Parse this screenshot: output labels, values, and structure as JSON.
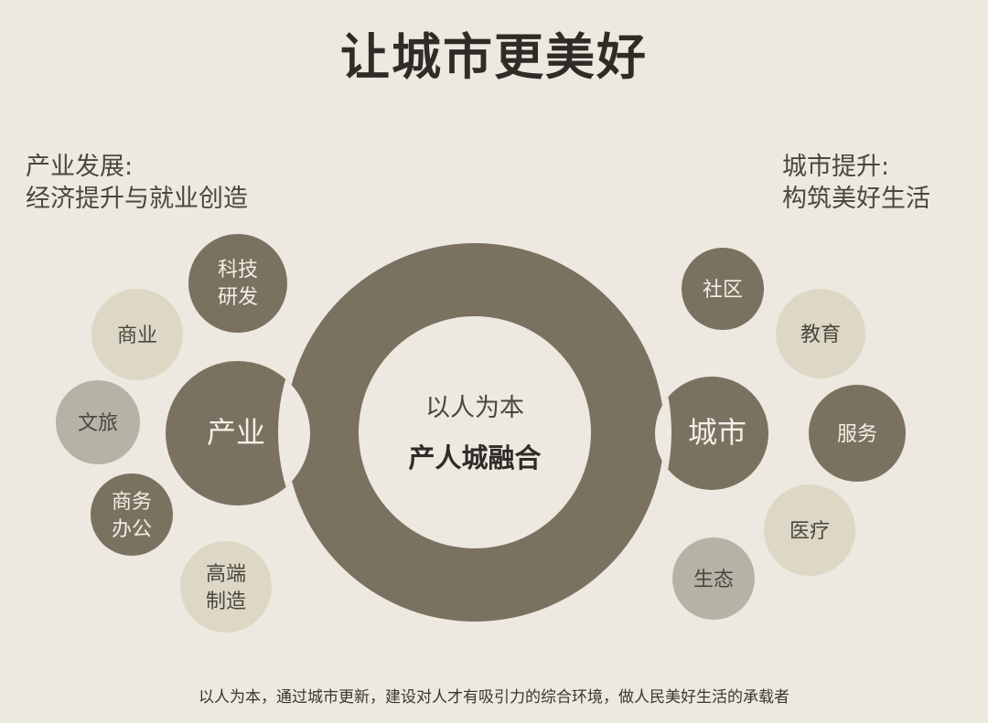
{
  "title": "让城市更美好",
  "left_heading": {
    "line1": "产业发展:",
    "line2": "经济提升与就业创造"
  },
  "right_heading": {
    "line1": "城市提升:",
    "line2": "构筑美好生活"
  },
  "center": {
    "line1": "以人为本",
    "line2": "产人城融合"
  },
  "left_hub": "产业",
  "right_hub": "城市",
  "left_items": [
    {
      "lines": [
        "科技",
        "研发"
      ]
    },
    {
      "lines": [
        "商业"
      ]
    },
    {
      "lines": [
        "文旅"
      ]
    },
    {
      "lines": [
        "商务",
        "办公"
      ]
    },
    {
      "lines": [
        "高端",
        "制造"
      ]
    }
  ],
  "right_items": [
    {
      "lines": [
        "社区"
      ]
    },
    {
      "lines": [
        "教育"
      ]
    },
    {
      "lines": [
        "服务"
      ]
    },
    {
      "lines": [
        "医疗"
      ]
    },
    {
      "lines": [
        "生态"
      ]
    }
  ],
  "colors": {
    "background": "#ede8e0",
    "dark_olive": "#7b7160",
    "light_beige": "#ddd8c5",
    "grey": "#b7b2a6"
  },
  "footer": "以人为本，通过城市更新，建设对人才有吸引力的综合环境，做人民美好生活的承载者"
}
